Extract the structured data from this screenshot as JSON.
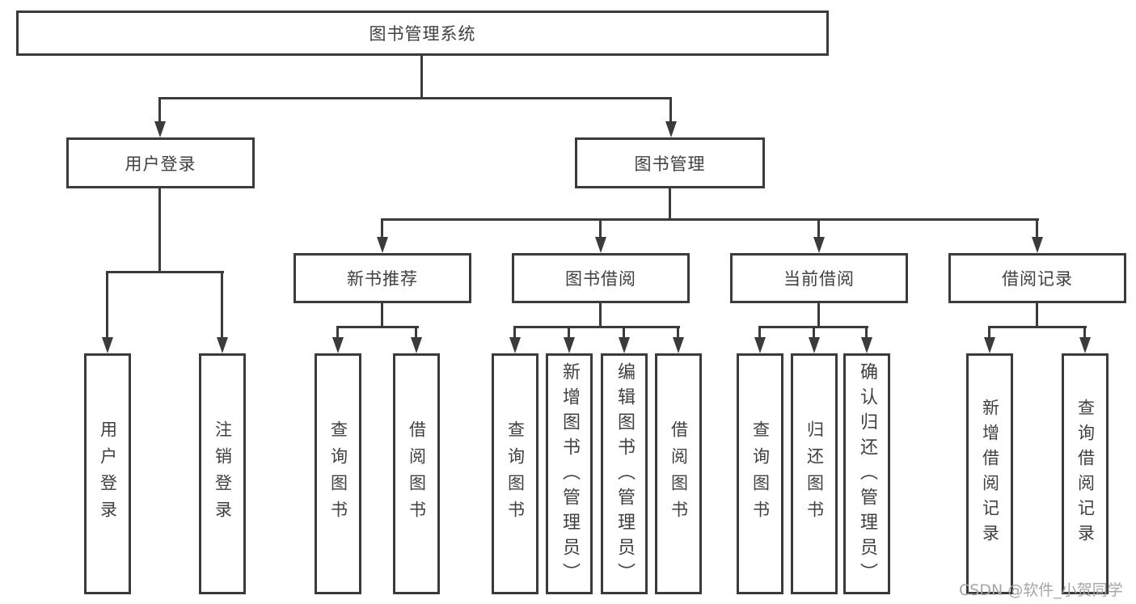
{
  "colors": {
    "line": "#3b3b3b",
    "text": "#404040",
    "watermark": "#a6a6a6",
    "background": "#ffffff"
  },
  "tree": {
    "root": {
      "label": "图书管理系统",
      "children": [
        {
          "label": "用户登录",
          "children": [
            {
              "label": "用户登录"
            },
            {
              "label": "注销登录"
            }
          ]
        },
        {
          "label": "图书管理",
          "children": [
            {
              "label": "新书推荐",
              "children": [
                {
                  "label": "查询图书"
                },
                {
                  "label": "借阅图书"
                }
              ]
            },
            {
              "label": "图书借阅",
              "children": [
                {
                  "label": "查询图书"
                },
                {
                  "label": "新增图书（管理员）"
                },
                {
                  "label": "编辑图书（管理员）"
                },
                {
                  "label": "借阅图书"
                }
              ]
            },
            {
              "label": "当前借阅",
              "children": [
                {
                  "label": "查询图书"
                },
                {
                  "label": "归还图书"
                },
                {
                  "label": "确认归还（管理员）"
                }
              ]
            },
            {
              "label": "借阅记录",
              "children": [
                {
                  "label": "新增借阅记录"
                },
                {
                  "label": "查询借阅记录"
                }
              ]
            }
          ]
        }
      ]
    }
  },
  "watermark": {
    "label": "CSDN @软件_小贺同学"
  }
}
